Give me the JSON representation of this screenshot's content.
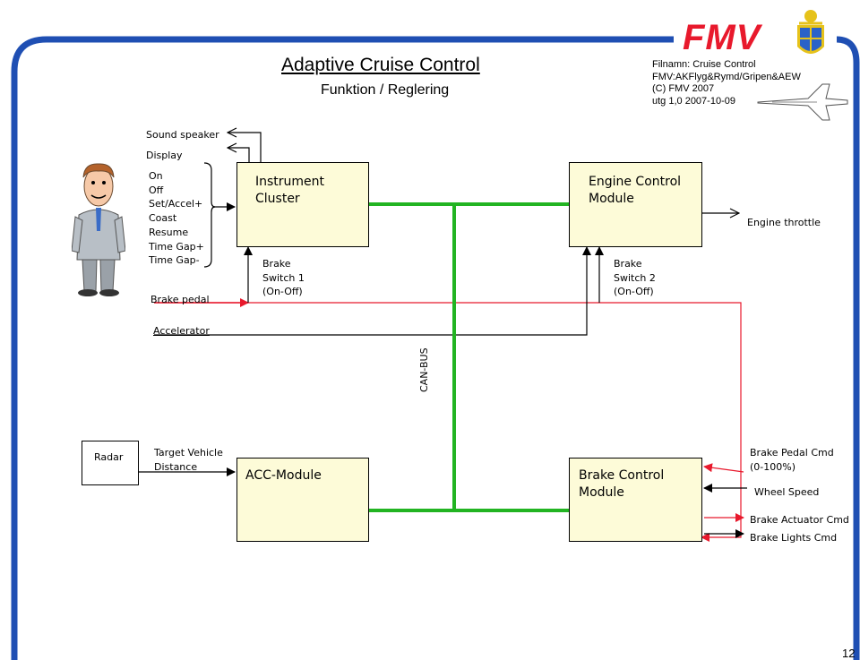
{
  "header": {
    "title": "Adaptive Cruise Control",
    "subtitle": "Funktion / Reglering",
    "meta_lines": [
      "Filnamn: Cruise Control",
      "FMV:AKFlyg&Rymd/Gripen&AEW",
      "(C) FMV 2007",
      "utg 1,0 2007-10-09"
    ],
    "logo_text": "FMV"
  },
  "inputs": {
    "sound_speaker": "Sound speaker",
    "display": "Display",
    "controls": [
      "On",
      "Off",
      "Set/Accel+",
      "Coast",
      "Resume",
      "Time Gap+",
      "Time Gap-"
    ],
    "brake_pedal": "Brake pedal",
    "accelerator": "Accelerator"
  },
  "blocks": {
    "instrument_cluster": "Instrument\nCluster",
    "engine_control_module": "Engine Control\nModule",
    "acc_module": "ACC-Module",
    "brake_control_module": "Brake Control\nModule",
    "radar": "Radar"
  },
  "signals": {
    "brake_switch_1": "Brake\nSwitch 1\n(On-Off)",
    "brake_switch_2": "Brake\nSwitch 2\n(On-Off)",
    "engine_throttle": "Engine throttle",
    "target_vehicle_distance": "Target Vehicle\nDistance",
    "brake_pedal_cmd": "Brake Pedal Cmd\n(0-100%)",
    "wheel_speed": "Wheel Speed",
    "brake_actuator_cmd": "Brake Actuator Cmd",
    "brake_lights_cmd": "Brake Lights Cmd"
  },
  "bus": {
    "label": "CAN-BUS",
    "color": "#22b422"
  },
  "colors": {
    "frame": "#1f4fb3",
    "signal_red": "#e8192c",
    "logo_red": "#e8192c",
    "logo_gold": "#e6c21a"
  },
  "page_number": "12"
}
